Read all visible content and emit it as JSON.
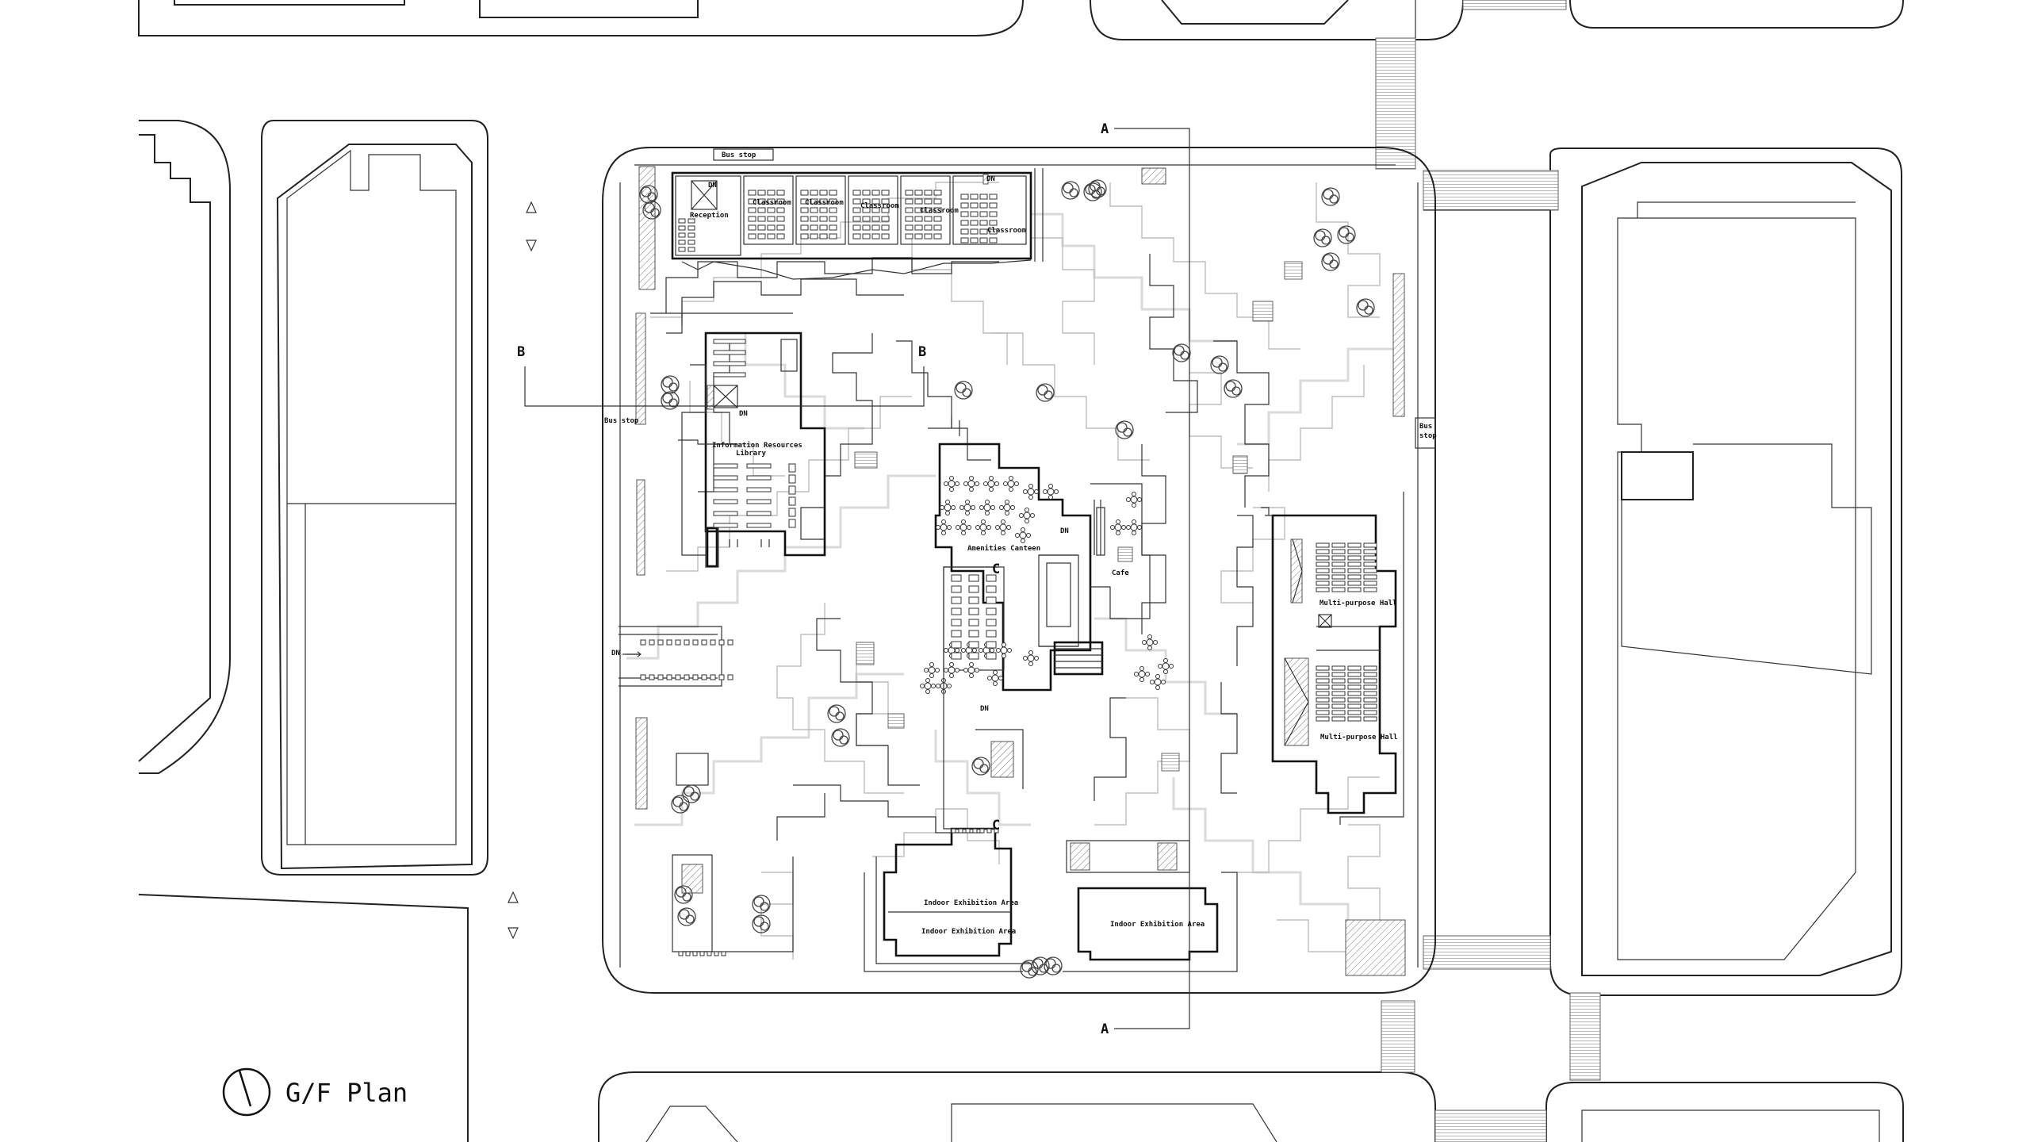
{
  "title": "G/F Plan",
  "section_markers": {
    "a_top": "A",
    "a_bottom": "A",
    "b_left": "B",
    "b_right": "B",
    "c_top": "C",
    "c_bottom": "C"
  },
  "rooms": {
    "reception": "Reception",
    "classroom_1": "Classroom",
    "classroom_2": "Classroom",
    "classroom_3": "Classroom",
    "classroom_4": "Classroom",
    "classroom_5": "Classroom",
    "library_line1": "Information Resources",
    "library_line2": "Library",
    "canteen": "Amenities Canteen",
    "cafe": "Cafe",
    "hall_1": "Multi-purpose Hall",
    "hall_2": "Multi-purpose Hall",
    "exhibition_1": "Indoor Exhibition Area",
    "exhibition_2": "Indoor Exhibition Area",
    "exhibition_3": "Indoor Exhibition Area"
  },
  "bus_stops": {
    "top": "Bus stop",
    "left": "Bus stop",
    "right_line1": "Bus",
    "right_line2": "stop"
  },
  "stair_labels": {
    "dn_1": "DN",
    "dn_2": "DN",
    "dn_3": "DN",
    "dn_4": "DN",
    "dn_5": "DN",
    "dn_6": "DN"
  },
  "colors": {
    "line": "#222222",
    "grey_path": "#bdbdbd",
    "background": "#ffffff"
  }
}
